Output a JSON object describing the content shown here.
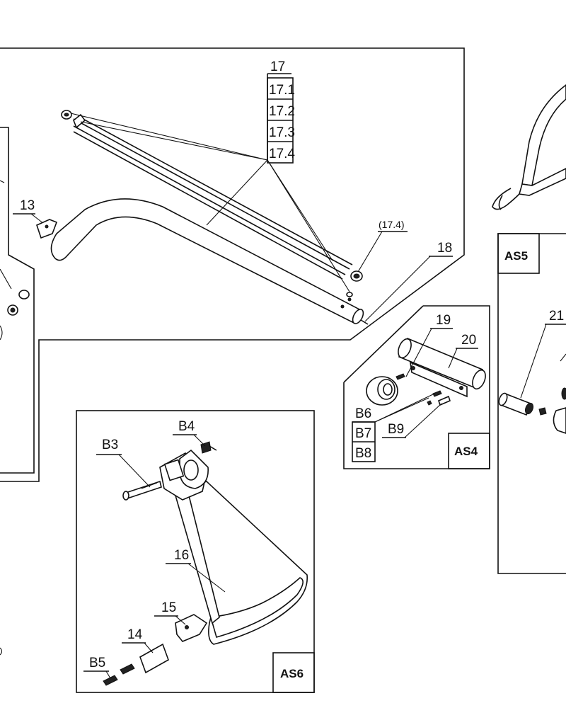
{
  "labels": {
    "p17": "17",
    "p17_1": "17.1",
    "p17_2": "17.2",
    "p17_3": "17.3",
    "p17_4": "17.4",
    "p17_4_ref": "(17.4)",
    "p18": "18",
    "p13": "13",
    "p19": "19",
    "p20": "20",
    "p21": "21",
    "pB6": "B6",
    "pB7": "B7",
    "pB8": "B8",
    "pB9": "B9",
    "pB3": "B3",
    "pB4": "B4",
    "pB5": "B5",
    "p14": "14",
    "p15": "15",
    "p16": "16"
  },
  "assemblies": {
    "as4": "AS4",
    "as5": "AS5",
    "as6": "AS6"
  }
}
